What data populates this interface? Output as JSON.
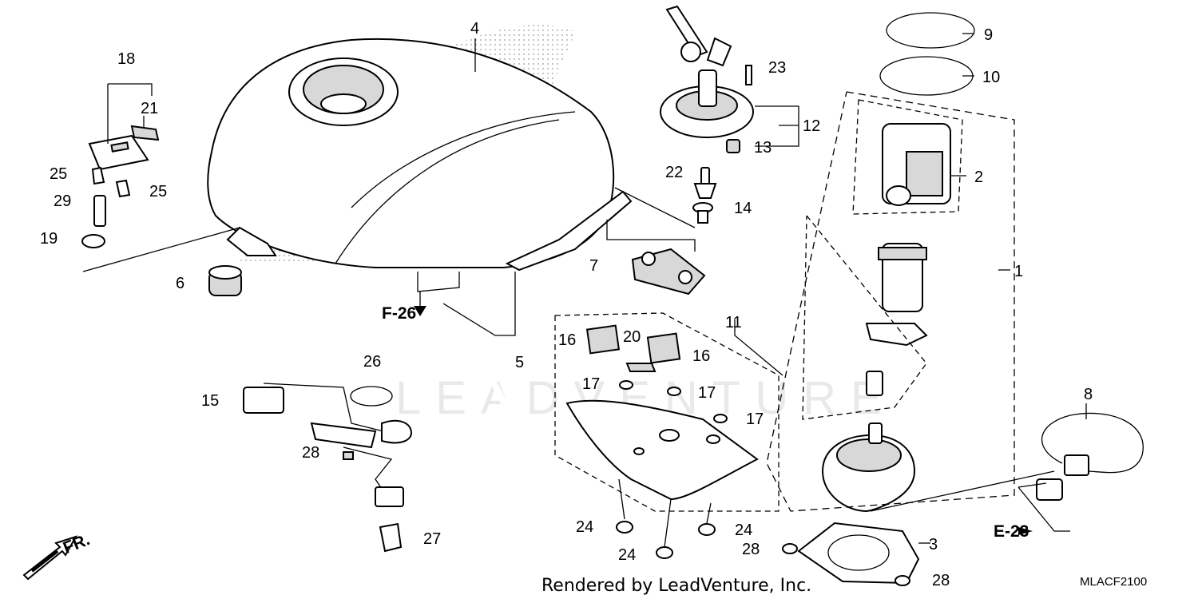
{
  "labels": {
    "p1": "1",
    "p2": "2",
    "p3": "3",
    "p4": "4",
    "p5": "5",
    "p6": "6",
    "p7": "7",
    "p8": "8",
    "p9": "9",
    "p10": "10",
    "p11": "11",
    "p12": "12",
    "p13": "13",
    "p14": "14",
    "p15": "15",
    "p16a": "16",
    "p16b": "16",
    "p17a": "17",
    "p17b": "17",
    "p17c": "17",
    "p18": "18",
    "p19": "19",
    "p20": "20",
    "p21": "21",
    "p22": "22",
    "p23": "23",
    "p24a": "24",
    "p24b": "24",
    "p24c": "24",
    "p25a": "25",
    "p25b": "25",
    "p26": "26",
    "p27": "27",
    "p28a": "28",
    "p28b": "28",
    "p28c": "28",
    "p29": "29"
  },
  "refs": {
    "f26": "F-26",
    "e23": "E-23",
    "fr": "FR."
  },
  "watermark": "LEADVENTURE",
  "footer": {
    "rendered_by": "Rendered by LeadVenture, Inc.",
    "diagram_code": "MLACF2100"
  },
  "colors": {
    "ink": "#000000",
    "shade": "#d8d8d8",
    "watermark": "#e9e9e9"
  }
}
